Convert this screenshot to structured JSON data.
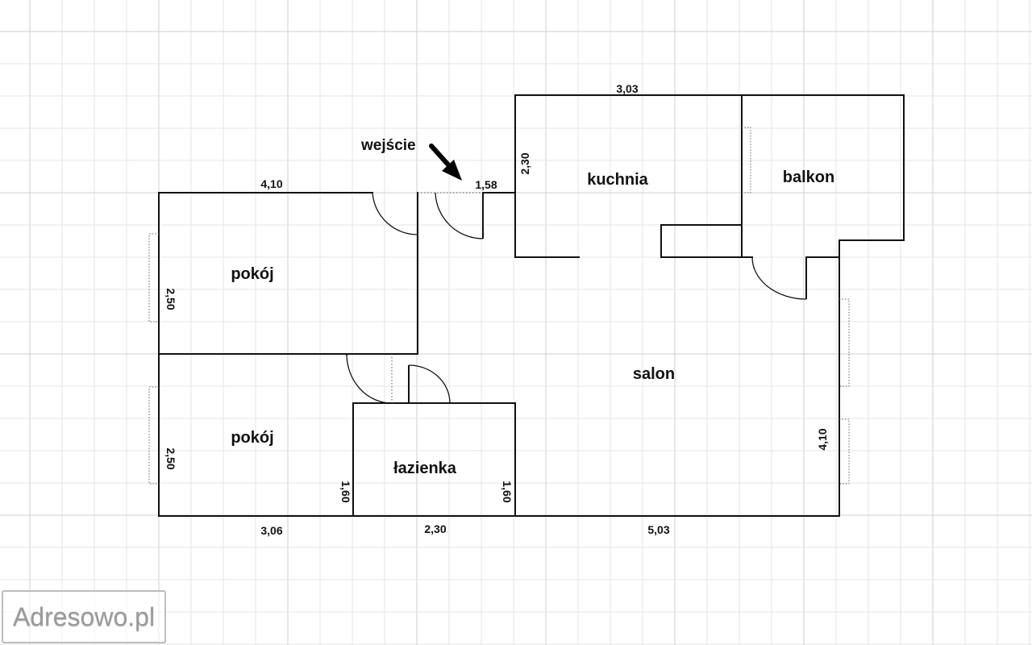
{
  "rooms": {
    "pokoj_1": "pokój",
    "pokoj_2": "pokój",
    "kuchnia": "kuchnia",
    "balkon": "balkon",
    "salon": "salon",
    "lazienka": "łazienka"
  },
  "entrance": {
    "label": "wejście"
  },
  "dimensions": {
    "top_left": "4,10",
    "top_entry": "1,58",
    "top_kitchen": "3,03",
    "kitchen_height": "2,30",
    "room1_height": "2,50",
    "room2_height": "2,50",
    "bath_left_height": "1,60",
    "bath_right_height": "1,60",
    "salon_height": "4,10",
    "bottom_room": "3,06",
    "bottom_bath": "2,30",
    "bottom_salon": "5,03"
  },
  "watermark": {
    "text": "Adresowo.pl"
  }
}
